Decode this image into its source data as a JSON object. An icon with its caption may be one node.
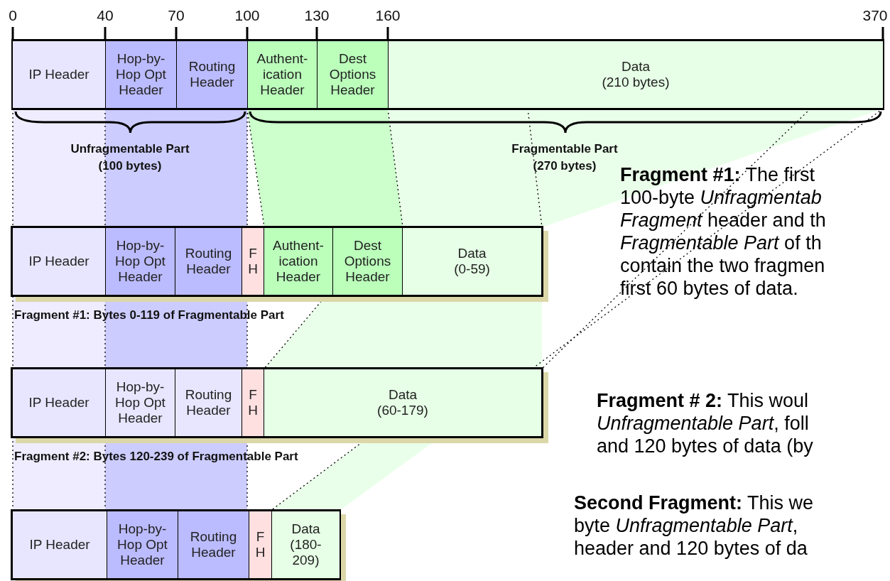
{
  "diagram": {
    "nodes": [
      {
        "text": [],
        "shape": "box"
      },
      {
        "text": [
          "IP Header"
        ],
        "in": 0
      },
      {
        "text": [
          "Hop-by- Hop Opt Header"
        ],
        "in": 0
      },
      {
        "text": [
          "Routing Header"
        ],
        "in": 0
      },
      {
        "text": [
          "Authent- ication Header"
        ],
        "in": 0
      },
      {
        "text": [
          "Dest Options Header"
        ],
        "in": 0
      },
      {
        "text": [
          "Data (210 bytes)"
        ],
        "in": 0
      },
      {
        "text": [],
        "shape": "box"
      },
      {
        "text": [
          "IP Header"
        ],
        "in": 7
      },
      {
        "text": [
          "Hop-by- Hop Opt Header"
        ],
        "in": 7
      },
      {
        "text": [
          "Routing Header"
        ],
        "in": 7
      },
      {
        "text": [
          "F H"
        ],
        "in": 7
      },
      {
        "text": [
          "Authent- ication Header"
        ],
        "in": 7
      },
      {
        "text": [
          "Dest Options Header"
        ],
        "in": 7
      },
      {
        "text": [
          "Data (0-59)"
        ],
        "in": 7
      },
      {
        "text": [],
        "shape": "box"
      },
      {
        "text": [
          "IP Header"
        ],
        "in": 15
      },
      {
        "text": [
          "Hop-by- Hop Opt Header"
        ],
        "in": 15
      },
      {
        "text": [
          "Routing Header"
        ],
        "in": 15
      },
      {
        "text": [
          "F H"
        ],
        "in": 15
      },
      {
        "text": [
          "Data (60-179)"
        ],
        "in": 15
      },
      {
        "text": [],
        "shape": "box"
      },
      {
        "text": [
          "IP Header"
        ],
        "in": 21
      },
      {
        "text": [
          "Hop-by- Hop Opt Header"
        ],
        "in": 21
      },
      {
        "text": [
          "Routing Header"
        ],
        "in": 21
      },
      {
        "text": [
          "F H"
        ],
        "in": 21
      },
      {
        "text": [
          "Data (180- 209)"
        ],
        "in": 21
      }
    ],
    "labels": [
      "0",
      "40",
      "70",
      "100",
      "130",
      "160",
      "370",
      "Unfragmentable Part (100 bytes)",
      "Fragmentable Part (270 bytes)",
      "Fragment #1: Bytes 0-119 of Fragmentable Part",
      "Fragment #2: Bytes 120-239 of Fragmentable Part",
      "**Fragment #1:** The first 100-byte *Unfragmentab* *Fragment* header and th *Fragmentable Part* of th contain the two fragmen first 60 bytes of data.",
      "**Fragment # 2:** This woul *Unfragmentable Part*, foll and 120 bytes of data (by",
      "**Second Fragment:** This we byte *Unfragmentable Part*, header and 120 bytes of da"
    ]
  }
}
